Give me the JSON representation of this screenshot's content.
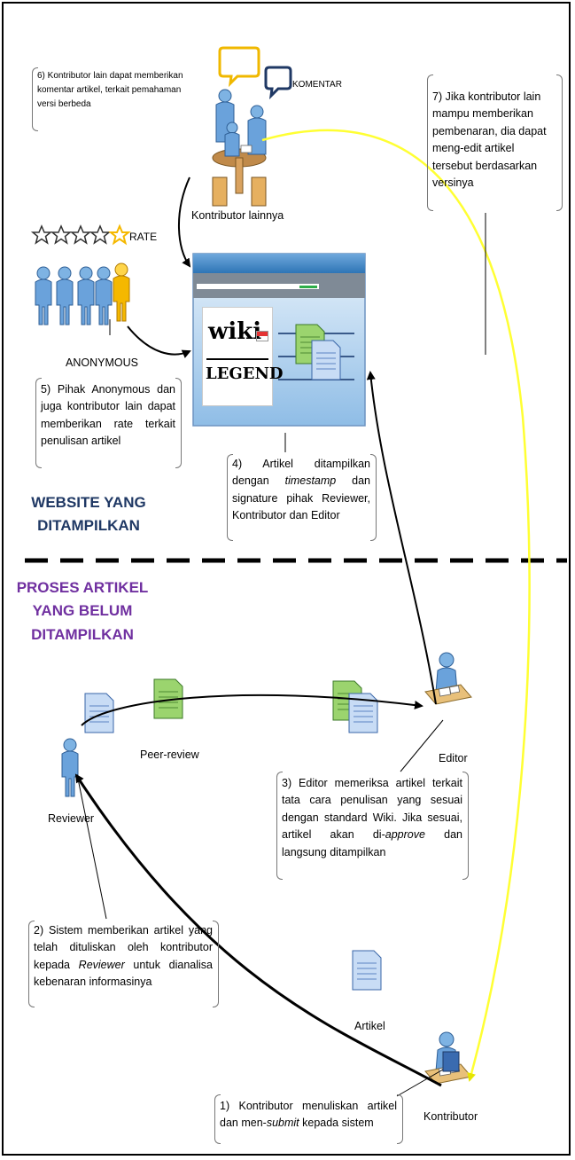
{
  "sections": {
    "website_title": "WEBSITE YANG DITAMPILKAN",
    "process_title": "PROSES ARTIKEL YANG BELUM DITAMPILKAN"
  },
  "labels": {
    "komentar": "KOMENTAR",
    "rate": "RATE",
    "anonymous": "ANONYMOUS",
    "kontributor_lainnya": "Kontributor lainnya",
    "peer_review": "Peer-review",
    "editor": "Editor",
    "reviewer": "Reviewer",
    "artikel": "Artikel",
    "kontributor": "Kontributor"
  },
  "logo": {
    "word_top": "wiki",
    "word_bottom": "LEGEND"
  },
  "notes": {
    "n1": {
      "a": "1) Kontributor menuliskan artikel dan men-",
      "em": "submit",
      "b": " kepada sistem"
    },
    "n2": {
      "a": "2) Sistem memberikan artikel yang telah dituliskan oleh kontributor kepada ",
      "em": "Reviewer",
      "b": " untuk dianalisa kebenaran informasinya"
    },
    "n3": {
      "a": "3) Editor memeriksa artikel terkait tata cara penulisan yang sesuai dengan standard Wiki. Jika sesuai, artikel akan di-",
      "em": "approve",
      "b": " dan langsung ditampilkan"
    },
    "n4": {
      "a": "4) Artikel ditampilkan dengan ",
      "em": "timestamp",
      "b": " dan signature pihak Reviewer, Kontributor dan Editor"
    },
    "n5": "5) Pihak Anonymous dan juga kontributor lain dapat memberikan rate terkait penulisan artikel",
    "n6": "6) Kontributor lain dapat memberikan komentar artikel, terkait pemahaman versi berbeda",
    "n7": "7) Jika kontributor lain mampu memberikan pembenaran, dia dapat meng-edit artikel tersebut berdasarkan versinya"
  },
  "colors": {
    "title_blue": "#1f3864",
    "title_purple": "#7030a0",
    "highlight_yellow": "#ffff33",
    "doc_green": "#9bd46e",
    "doc_blue": "#c8dcf5",
    "person_blue": "#5b9bd5",
    "person_gold": "#f5b800"
  },
  "rating": {
    "filled": 1,
    "total": 5
  }
}
